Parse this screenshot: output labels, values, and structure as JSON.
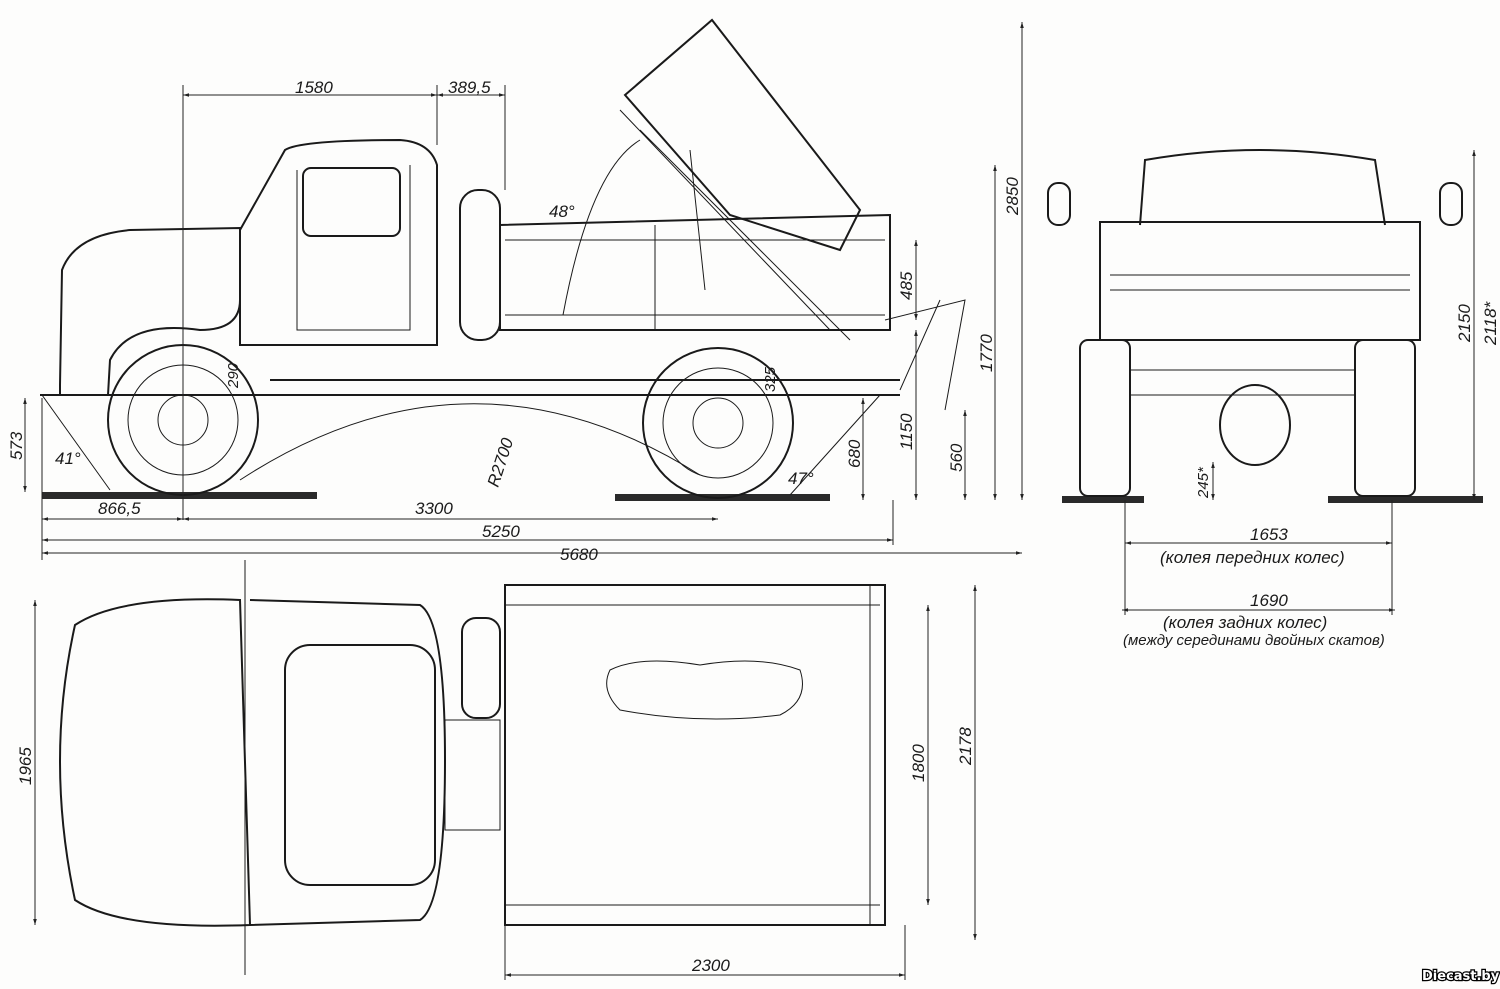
{
  "side_view": {
    "dim_cab_front": "1580",
    "dim_cab_rear": "389,5",
    "tilt_angle": "48°",
    "overall_height_tipped": "2850",
    "dim_side_height": "485",
    "dim_body_top": "1770",
    "dim_body_floor": "1150",
    "dim_support": "560",
    "dim_rear_clearance": "680",
    "dim_axle": "325",
    "rear_angle": "47°",
    "dim_front_axle": "290",
    "dim_front_bumper": "573",
    "front_angle": "41°",
    "ramp_radius": "R2700",
    "front_overhang": "866,5",
    "wheelbase": "3300",
    "length_to_rear": "5250",
    "overall_length": "5680"
  },
  "top_view": {
    "cab_width": "1965",
    "body_inner_width": "1800",
    "body_outer_width": "2178",
    "body_length": "2300"
  },
  "rear_view": {
    "height": "2150",
    "height_alt": "2118*",
    "clearance": "245*",
    "front_track": "1653",
    "front_track_note": "(колея передних колес)",
    "rear_track": "1690",
    "rear_track_note": "(колея задних колес)",
    "rear_track_note2": "(между серединами двойных скатов)"
  },
  "watermark": "Diecast.by"
}
